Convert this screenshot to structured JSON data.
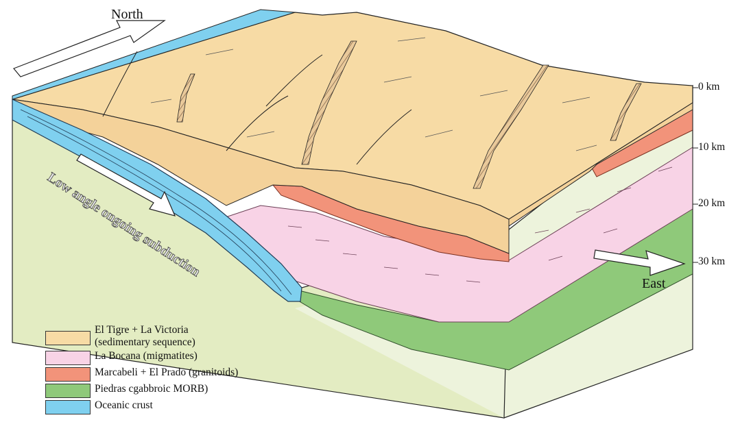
{
  "labels": {
    "north": "North",
    "east": "East",
    "subduction": "Low angle ongoing subduction"
  },
  "depth_ticks": [
    "0 km",
    "10 km",
    "20 km",
    "30 km"
  ],
  "legend": [
    {
      "label": "El Tigre + La Victoria",
      "sublabel": "(sedimentary sequence)",
      "color": "#f7dba5"
    },
    {
      "label": "La Bocana (migmatites)",
      "sublabel": "",
      "color": "#f8d3e6"
    },
    {
      "label": "Marcabeli + El Prado (granitoids)",
      "sublabel": "",
      "color": "#f2937a"
    },
    {
      "label": "Piedras cgabbroic MORB)",
      "sublabel": "",
      "color": "#8fc97a"
    },
    {
      "label": "Oceanic crust",
      "sublabel": "",
      "color": "#7fd0ef"
    }
  ],
  "colors": {
    "sediment": "#f7dba5",
    "migmatite": "#f8d3e6",
    "granitoid": "#f2937a",
    "morb": "#8fc97a",
    "ocean": "#7fd0ef",
    "mantle": "#e3ecc2",
    "front_pale": "#edf3dc"
  }
}
